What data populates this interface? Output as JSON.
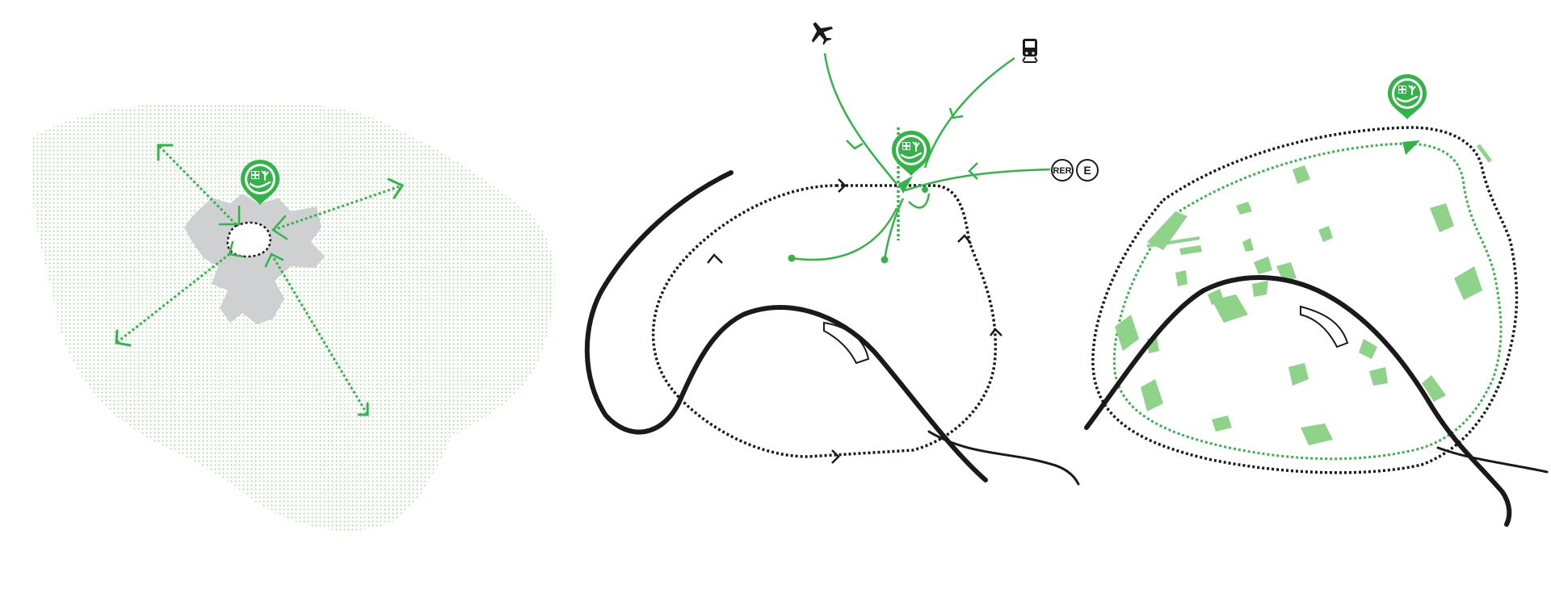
{
  "colors": {
    "accent": "#33b449",
    "accent_light": "#c8e8c0",
    "park_fill": "#8fd38a",
    "city_gray": "#cfd0d2",
    "ink": "#1a1a1a"
  },
  "icons": {
    "marker": "green-location-pin-with-building-tree-hand",
    "airplane": "airplane-icon",
    "train": "train-icon"
  },
  "transport_badges": {
    "rer": "RER",
    "line_e": "E"
  },
  "panels": [
    {
      "name": "metropolitan-radiation"
    },
    {
      "name": "transport-access"
    },
    {
      "name": "green-network"
    }
  ]
}
